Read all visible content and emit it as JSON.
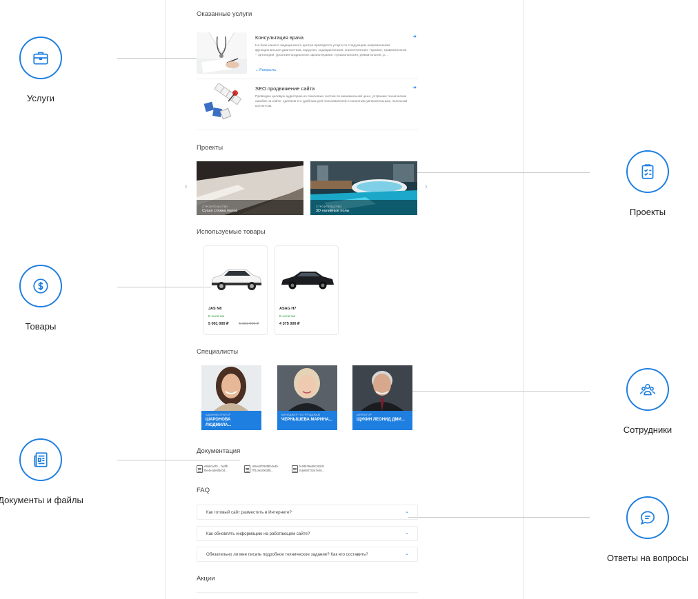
{
  "features": [
    {
      "label": "Услуги",
      "icon": "briefcase-icon"
    },
    {
      "label": "Товары",
      "icon": "dollar-coin-icon"
    },
    {
      "label": "Документы и файлы",
      "icon": "news-document-icon"
    },
    {
      "label": "Проекты",
      "icon": "clipboard-check-icon"
    },
    {
      "label": "Сотрудники",
      "icon": "team-icon"
    },
    {
      "label": "Ответы на вопросы",
      "icon": "chat-bubble-icon"
    }
  ],
  "accent_color": "#1f7fe0",
  "services": {
    "title": "Оказанные услуги",
    "items": [
      {
        "title": "Консультация врача",
        "description": "На базе нашего медицинского центра проводятся услуги по следующим направлениям: функциональная диагностика, хирургия, эндокринология, эпилептология, терапия, травматология – ортопедия, урология-андрология, физиотерапия, пульмонология, ревматология, р...",
        "more": "Раскрыть"
      },
      {
        "title": "SEO продвижение сайта",
        "description": "Проведем целевую аудиторию из поисковых систем по минимальной цене, устраним технические ошибки на сайте, сделаем его удобным для пользователей и наполним увлекательным, полезным контентом."
      }
    ]
  },
  "projects": {
    "title": "Проекты",
    "items": [
      {
        "category": "СТРОИТЕЛЬСТВО",
        "name": "Сухая стяжка полов"
      },
      {
        "category": "СТРОИТЕЛЬСТВО",
        "name": "3D наливные полы"
      }
    ],
    "prev": "‹",
    "next": "›"
  },
  "products": {
    "title": "Используемые товары",
    "items": [
      {
        "name": "JAS N8",
        "stock": "В наличии",
        "price": "5 001 000 ₽",
        "old_price": "6 101 000 ₽"
      },
      {
        "name": "ASAG H7",
        "stock": "В наличии",
        "price": "4 375 000 ₽"
      }
    ]
  },
  "specialists": {
    "title": "Специалисты",
    "items": [
      {
        "role": "АДМИНИСТРАТОР",
        "name": "ШАРОНОВА ЛЮДМИЛА..."
      },
      {
        "role": "МЕНЕДЖЕР ПО ПРОДАЖАМ",
        "name": "ЧЕРНЫШЕВА МАРИНА..."
      },
      {
        "role": "ДИРЕКТОР",
        "name": "ЩУКИН ЛЕОНИД ДМИ..."
      }
    ]
  },
  "documents": {
    "title": "Документация",
    "items": [
      {
        "line1": "e5b8ca2f0... 0a3fb",
        "line2": "fbe4e4de6fdc0d..."
      },
      {
        "line1": "c65ec8f766f8fcde4b",
        "line2": "f7f1c6e2063db..."
      },
      {
        "line1": "fe28579a80c262d2",
        "line2": "0da683732a7e26..."
      }
    ]
  },
  "faq": {
    "title": "FAQ",
    "items": [
      "Как готовый сайт разместить в Интернете?",
      "Как обновлять информацию на работающем сайте?",
      "Обязательно ли мне писать подробное техническое задание? Как его составить?"
    ]
  },
  "promotions": {
    "title": "Акции"
  }
}
